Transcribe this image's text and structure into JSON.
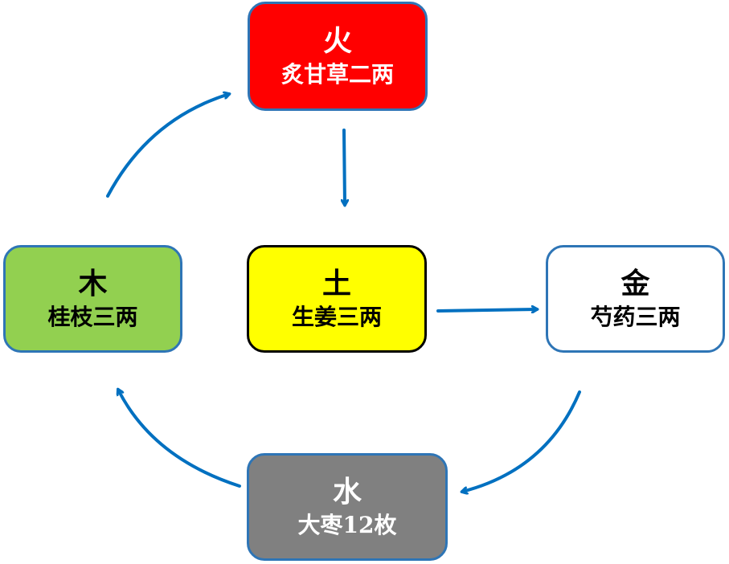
{
  "colors": {
    "arrow": "#0070c0",
    "fire": "#ff0000",
    "earth": "#ffff00",
    "wood": "#92d050",
    "metal": "#ffffff",
    "water": "#808080"
  },
  "nodes": {
    "fire": {
      "element": "火",
      "herb": "炙甘草二两"
    },
    "earth": {
      "element": "土",
      "herb": "生姜三两"
    },
    "wood": {
      "element": "木",
      "herb": "桂枝三两"
    },
    "metal": {
      "element": "金",
      "herb": "芍药三两"
    },
    "water": {
      "element": "水",
      "herb": "大枣12枚"
    }
  },
  "arrows": [
    {
      "name": "arrow-fire-to-earth",
      "from": "火",
      "to": "土"
    },
    {
      "name": "arrow-earth-to-metal",
      "from": "土",
      "to": "金"
    },
    {
      "name": "arrow-metal-to-water",
      "from": "金",
      "to": "水"
    },
    {
      "name": "arrow-water-to-wood",
      "from": "水",
      "to": "木"
    },
    {
      "name": "arrow-wood-to-fire",
      "from": "木",
      "to": "火"
    }
  ]
}
